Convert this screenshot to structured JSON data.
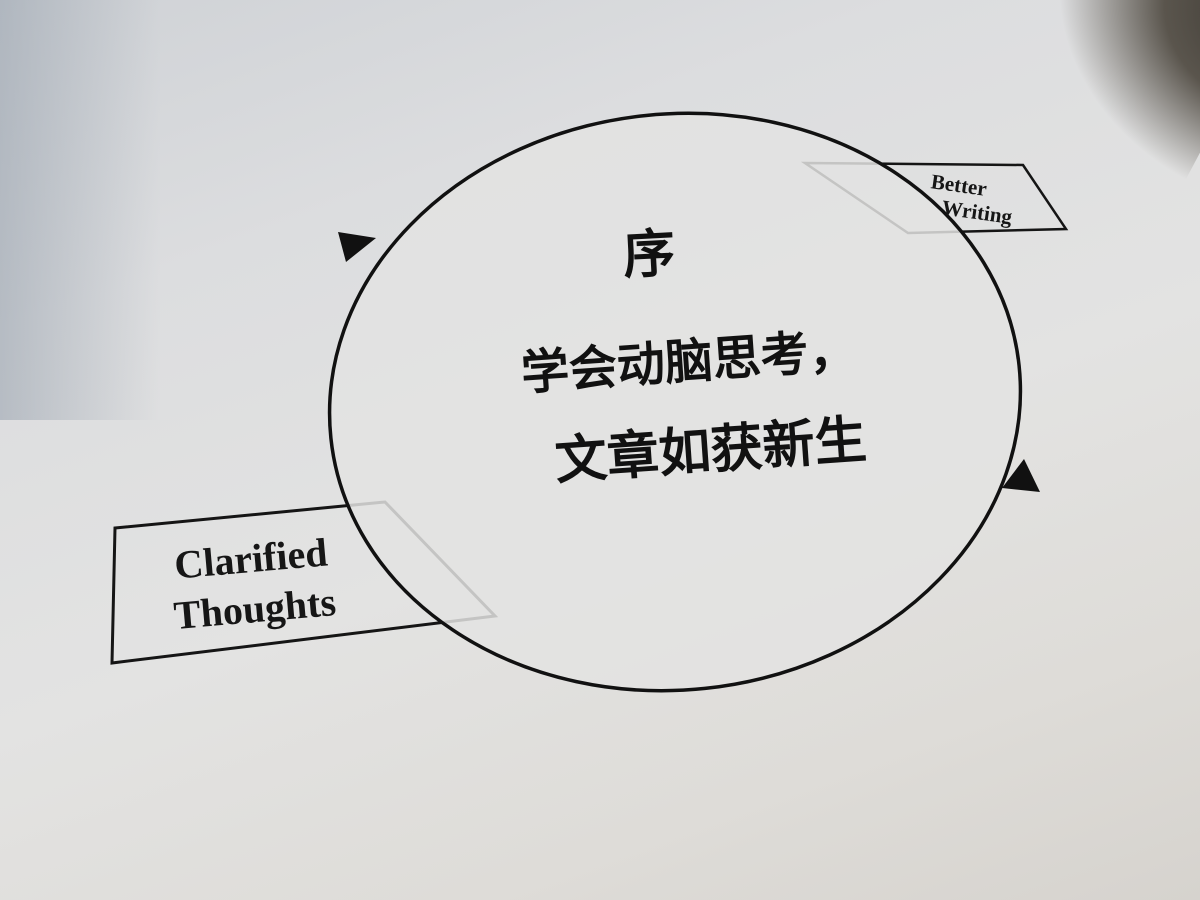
{
  "center": {
    "title": "序",
    "line1": "学会动脑思考，",
    "line2": "文章如获新生"
  },
  "boxes": {
    "better_writing": [
      "Better",
      "Writing"
    ],
    "clarified_thoughts": [
      "Clarified",
      "Thoughts"
    ]
  },
  "colors": {
    "ink": "#111111",
    "paper": "#e3e3e2"
  }
}
